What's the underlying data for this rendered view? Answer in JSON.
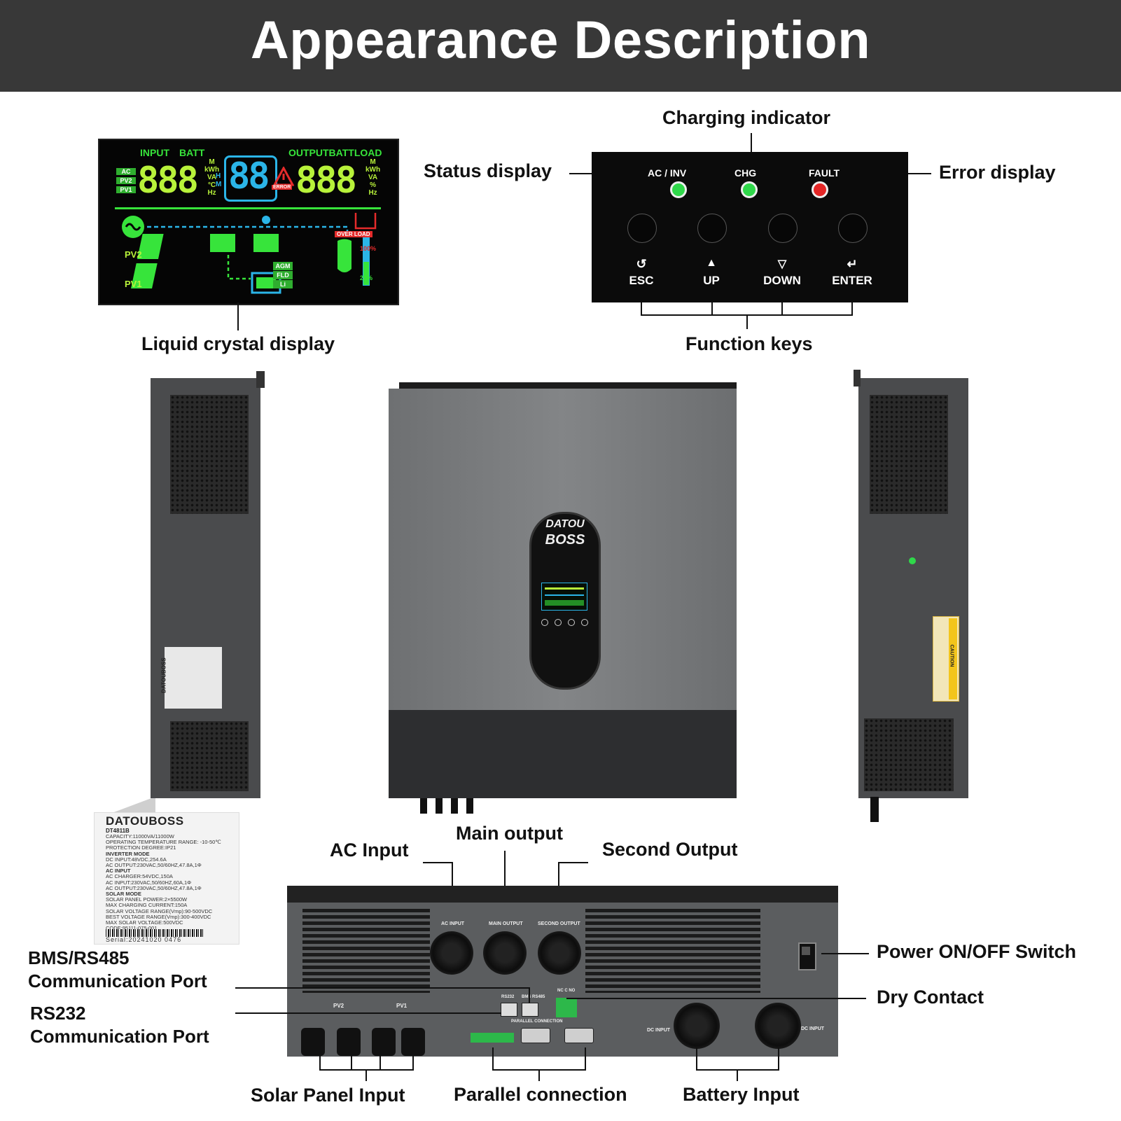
{
  "header": {
    "title": "Appearance Description"
  },
  "top_callouts": {
    "charging_indicator": "Charging indicator",
    "status_display": "Status display",
    "error_display": "Error display",
    "liquid_crystal_display": "Liquid crystal display",
    "function_keys": "Function keys"
  },
  "lcd": {
    "input": "INPUT",
    "batt": "BATT",
    "output_batt_load": "OUTPUTBATTLOAD",
    "source_tags": [
      "AC",
      "PV2",
      "PV1"
    ],
    "left_digits": "888",
    "center_digits": "88",
    "right_digits": "888",
    "units_left": [
      "M",
      "kWh",
      "VA",
      "°C",
      "Hz"
    ],
    "units_center": [
      "H",
      "M"
    ],
    "units_right": [
      "M",
      "kWh",
      "VA",
      "%",
      "Hz"
    ],
    "error": "ERROR",
    "over_load": "OVER LOAD",
    "pv2": "PV2",
    "pv1": "PV1",
    "battery_types": [
      "AGM",
      "FLD",
      "Li"
    ],
    "pct_100": "100%",
    "pct_25": "25%"
  },
  "panel": {
    "leds": [
      {
        "label": "AC / INV",
        "color": "#2fd84a"
      },
      {
        "label": "CHG",
        "color": "#2fd84a"
      },
      {
        "label": "FAULT",
        "color": "#e42626"
      }
    ],
    "keys": [
      {
        "label": "ESC",
        "icon": "↺"
      },
      {
        "label": "UP",
        "icon": "▲"
      },
      {
        "label": "DOWN",
        "icon": "▽"
      },
      {
        "label": "ENTER",
        "icon": "↵"
      }
    ]
  },
  "front": {
    "brand_line1": "DATOU",
    "brand_line2": "BOSS"
  },
  "side_label": {
    "brand": "DATOUBOSS"
  },
  "rating_label": {
    "brand": "DATOUBOSS",
    "model": "DT4811B",
    "lines": [
      "CAPACITY:11000VA/11000W",
      "OPERATING TEMPERATURE RANGE: -10-50℃",
      "PROTECTION DEGREE:IP21",
      "INVERTER MODE",
      "DC INPUT:48VDC,254.6A",
      "AC OUTPUT:230VAC,50/60HZ,47.8A,1Φ",
      "AC INPUT",
      "AC CHARGER:54VDC,150A",
      "AC INPUT:230VAC,50/60HZ,60A,1Φ",
      "AC OUTPUT:230VAC,50/60HZ,47.8A,1Φ",
      "SOLAR MODE",
      "SOLAR PANEL POWER:2×5500W",
      "MAX CHARGING CURRENT:150A",
      "SOLAR VOLTAGE RANGE(Vmp):90-500VDC",
      "BEST VOLTAGE RANGE(Vmp):300-400VDC",
      "MAX SOLAR VOLTAGE:500VDC",
      "CODE:95111-075-001"
    ],
    "serial": "Serial:20241020 0476"
  },
  "rear_callouts": {
    "ac_input": "AC Input",
    "main_output": "Main output",
    "second_output": "Second Output",
    "power_switch": "Power ON/OFF Switch",
    "dry_contact": "Dry Contact",
    "bms_line1": "BMS/RS485",
    "bms_line2": "Communication Port",
    "rs232_line1": "RS232",
    "rs232_line2": "Communication Port",
    "solar_panel_input": "Solar Panel Input",
    "parallel_connection": "Parallel connection",
    "battery_input": "Battery Input"
  },
  "rear_labels": {
    "ac_input": "AC INPUT",
    "main_output": "MAIN OUTPUT",
    "second_output": "SECOND OUTPUT",
    "pv2": "PV2",
    "pv1": "PV1",
    "rs232": "RS232",
    "bms": "BMS RS485",
    "dry": "NC C NO",
    "parallel": "PARALLEL CONNECTION",
    "dc_input_pos": "DC INPUT",
    "dc_input_neg": "DC INPUT",
    "caution": "CAUTION"
  }
}
